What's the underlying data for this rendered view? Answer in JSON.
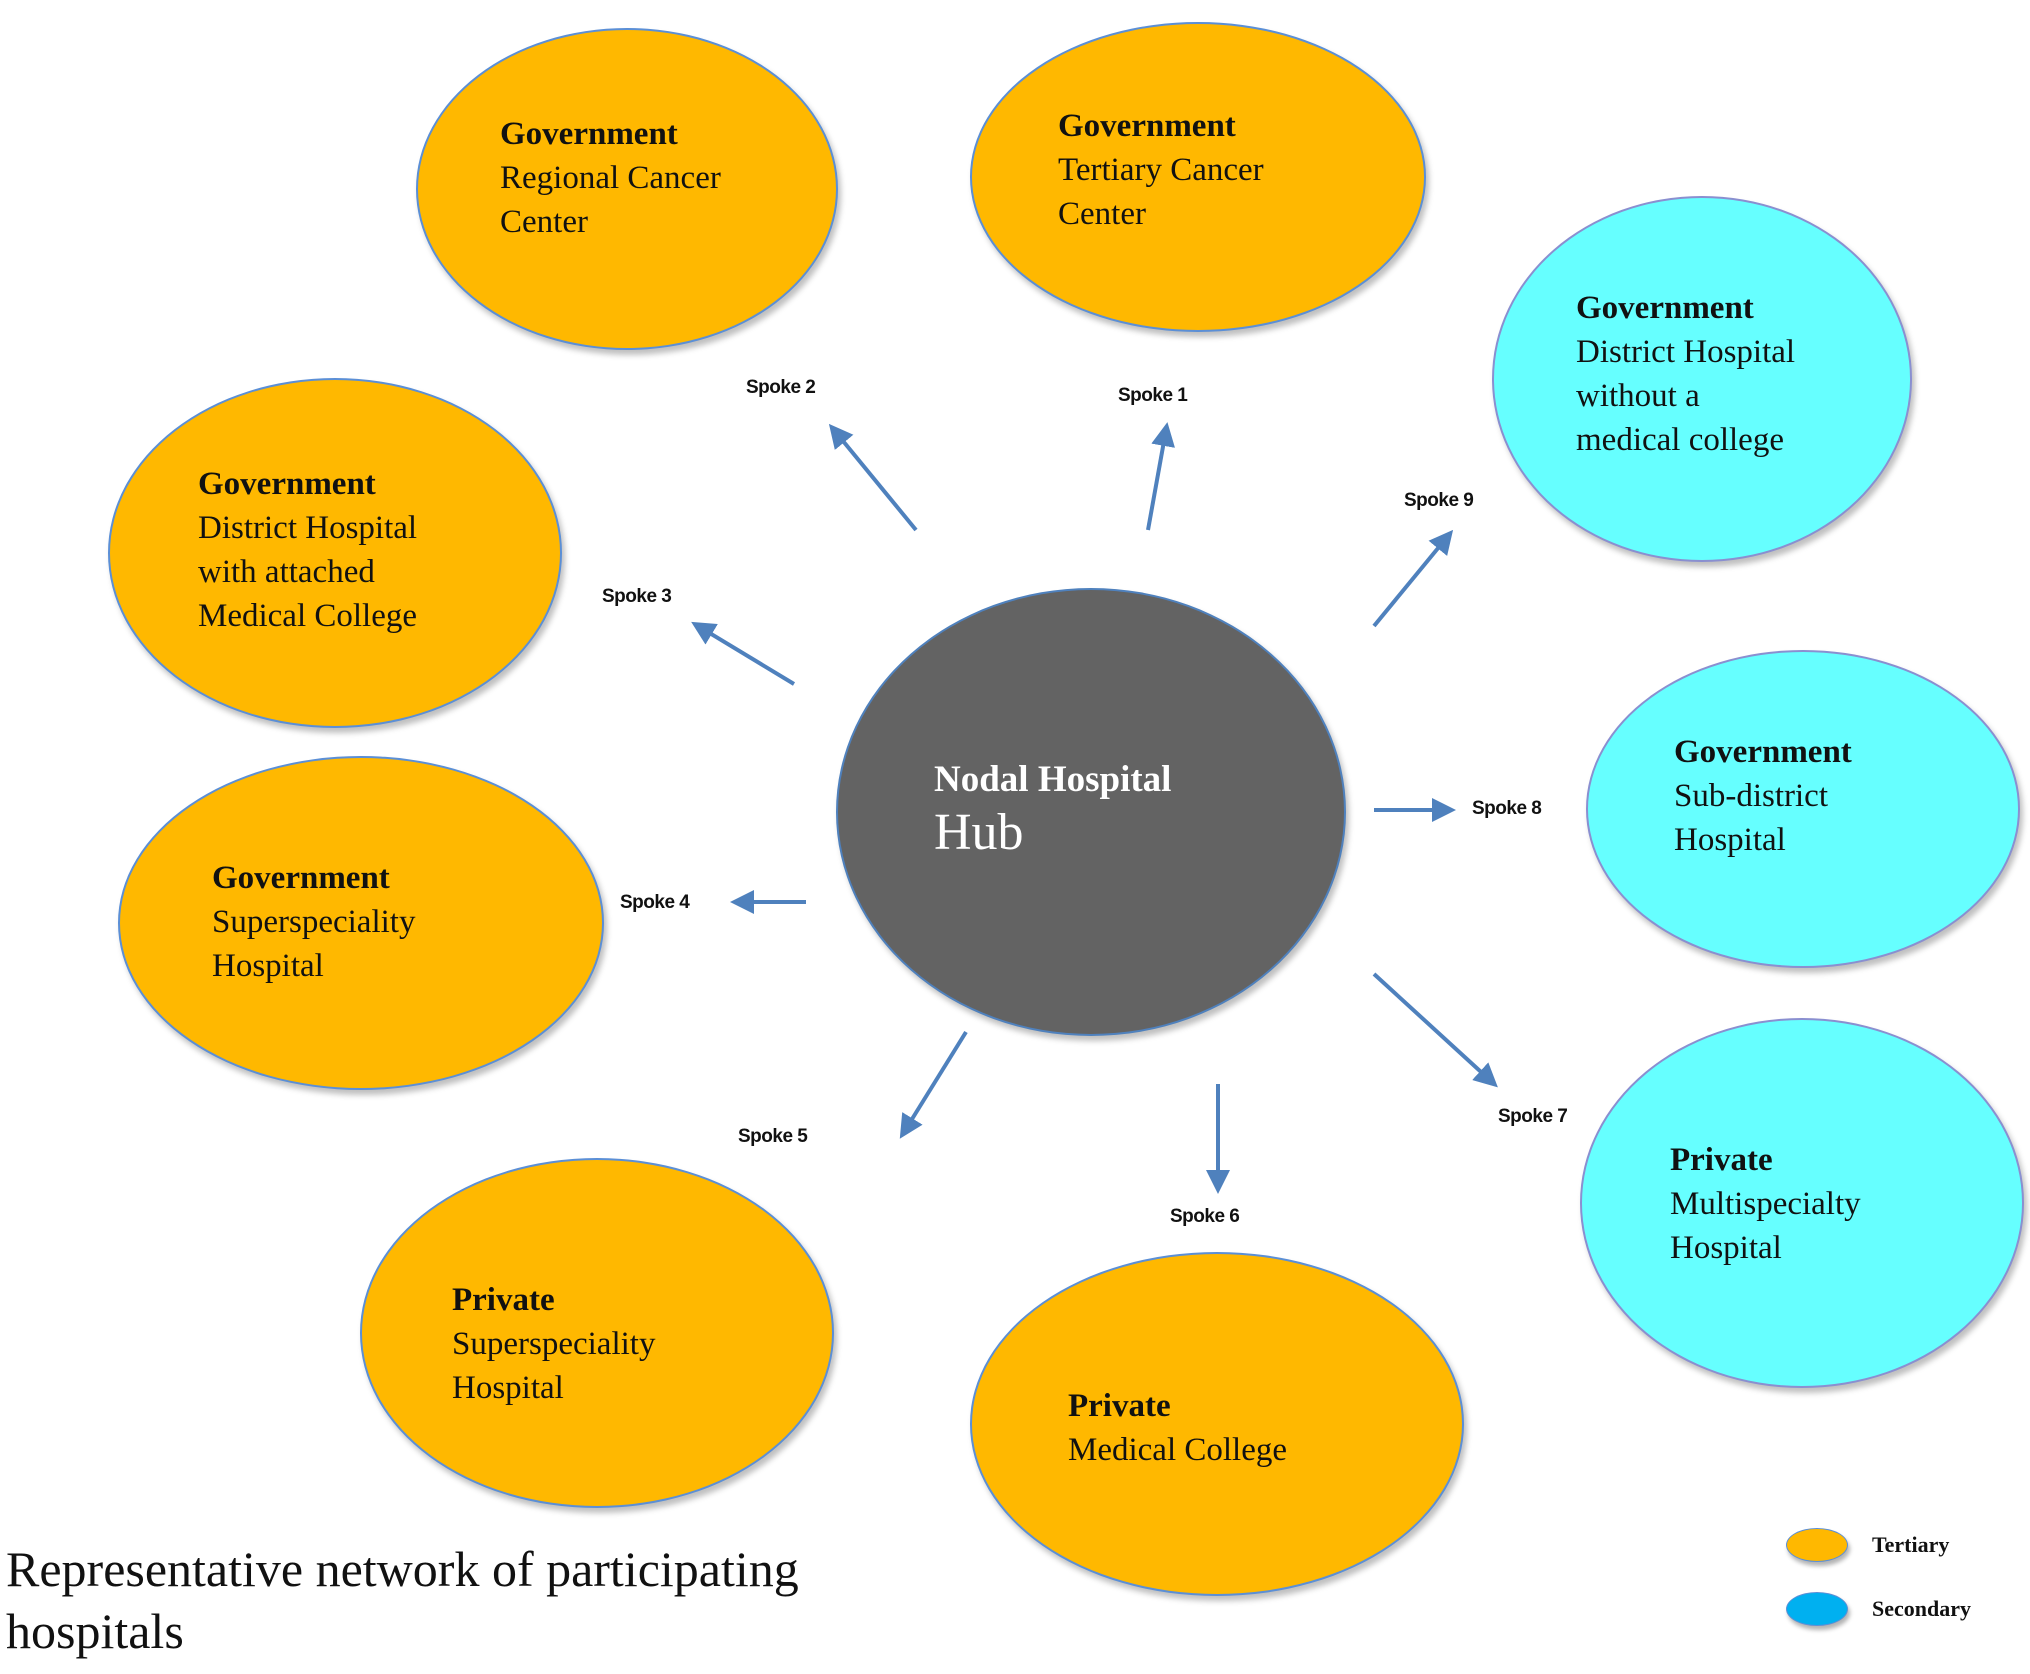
{
  "diagram": {
    "type": "hub-and-spoke network",
    "colors": {
      "tertiary": "#ffb800",
      "secondary": "#66ffff",
      "hub": "#636363",
      "arrow": "#4f81bd",
      "legend_secondary": "#00b0f0"
    },
    "hub": {
      "sector": "Nodal Hospital",
      "name": "Hub"
    },
    "spokes": [
      {
        "label": "Spoke 1",
        "sector": "Government",
        "name": "Tertiary Cancer\nCenter",
        "level": "tertiary"
      },
      {
        "label": "Spoke 2",
        "sector": "Government",
        "name": "Regional Cancer\nCenter",
        "level": "tertiary"
      },
      {
        "label": "Spoke 3",
        "sector": "Government",
        "name": "District Hospital\nwith attached\nMedical College",
        "level": "tertiary"
      },
      {
        "label": "Spoke 4",
        "sector": "Government",
        "name": "Superspeciality\nHospital",
        "level": "tertiary"
      },
      {
        "label": "Spoke 5",
        "sector": "Private",
        "name": "Superspeciality\nHospital",
        "level": "tertiary"
      },
      {
        "label": "Spoke 6",
        "sector": "Private",
        "name": "Medical College",
        "level": "tertiary"
      },
      {
        "label": "Spoke 7",
        "sector": "Private",
        "name": "Multispecialty\nHospital",
        "level": "secondary"
      },
      {
        "label": "Spoke 8",
        "sector": "Government",
        "name": "Sub-district\nHospital",
        "level": "secondary"
      },
      {
        "label": "Spoke 9",
        "sector": "Government",
        "name": "District Hospital\nwithout a\nmedical college",
        "level": "secondary"
      }
    ],
    "legend": [
      {
        "label": "Tertiary",
        "color": "#ffb800"
      },
      {
        "label": "Secondary",
        "color": "#00b0f0"
      }
    ],
    "caption": "Representative  network of participating hospitals"
  }
}
